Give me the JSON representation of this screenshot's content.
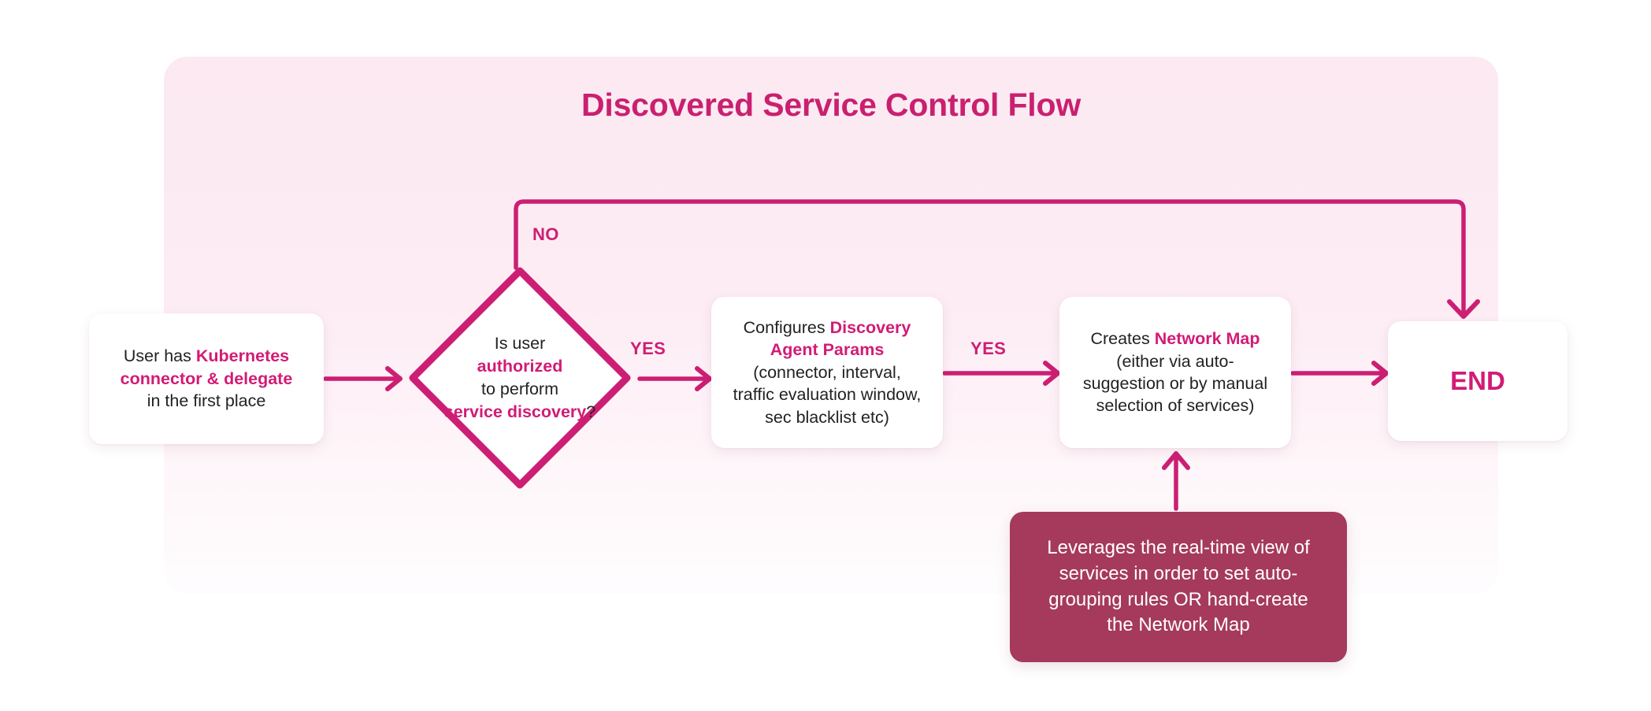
{
  "diagram": {
    "title": "Discovered Service Control Flow",
    "colors": {
      "accent": "#CC1F74",
      "title": "#C9206F",
      "panel_bg": "#FCE9F2",
      "note_bg": "#A53A5D",
      "node_bg": "#FFFFFF",
      "text": "#222222"
    }
  },
  "nodes": {
    "start": {
      "name": "start-node",
      "shape": "rounded-rect",
      "lines": [
        [
          {
            "t": "User has ",
            "hl": false
          },
          {
            "t": "Kubernetes",
            "hl": true
          }
        ],
        [
          {
            "t": "connector & delegate",
            "hl": true
          }
        ],
        [
          {
            "t": "in the first place",
            "hl": false
          }
        ]
      ]
    },
    "decision": {
      "name": "decision-node",
      "shape": "diamond",
      "lines": [
        [
          {
            "t": "Is user",
            "hl": false
          }
        ],
        [
          {
            "t": "authorized",
            "hl": true
          }
        ],
        [
          {
            "t": "to perform",
            "hl": false
          }
        ],
        [
          {
            "t": "service discovery",
            "hl": true
          },
          {
            "t": "?",
            "hl": false
          }
        ]
      ]
    },
    "params": {
      "name": "configure-params-node",
      "shape": "rounded-rect",
      "lines": [
        [
          {
            "t": "Configures ",
            "hl": false
          },
          {
            "t": "Discovery",
            "hl": true
          }
        ],
        [
          {
            "t": "Agent Params",
            "hl": true
          }
        ],
        [
          {
            "t": "(connector, interval,",
            "hl": false
          }
        ],
        [
          {
            "t": "traffic evaluation window,",
            "hl": false
          }
        ],
        [
          {
            "t": "sec blacklist etc)",
            "hl": false
          }
        ]
      ]
    },
    "map": {
      "name": "create-network-map-node",
      "shape": "rounded-rect",
      "lines": [
        [
          {
            "t": "Creates ",
            "hl": false
          },
          {
            "t": "Network Map",
            "hl": true
          }
        ],
        [
          {
            "t": "(either via auto-",
            "hl": false
          }
        ],
        [
          {
            "t": "suggestion or by manual",
            "hl": false
          }
        ],
        [
          {
            "t": "selection of services)",
            "hl": false
          }
        ]
      ]
    },
    "end": {
      "name": "end-node",
      "shape": "rounded-rect",
      "label": "END"
    },
    "note": {
      "name": "note-callout",
      "shape": "rounded-rect-filled",
      "lines": [
        "Leverages the real-time view of",
        "services in order to set auto-",
        "grouping rules OR hand-create",
        "the Network Map"
      ]
    }
  },
  "edges": {
    "no_label": "NO",
    "yes_label_1": "YES",
    "yes_label_2": "YES"
  }
}
